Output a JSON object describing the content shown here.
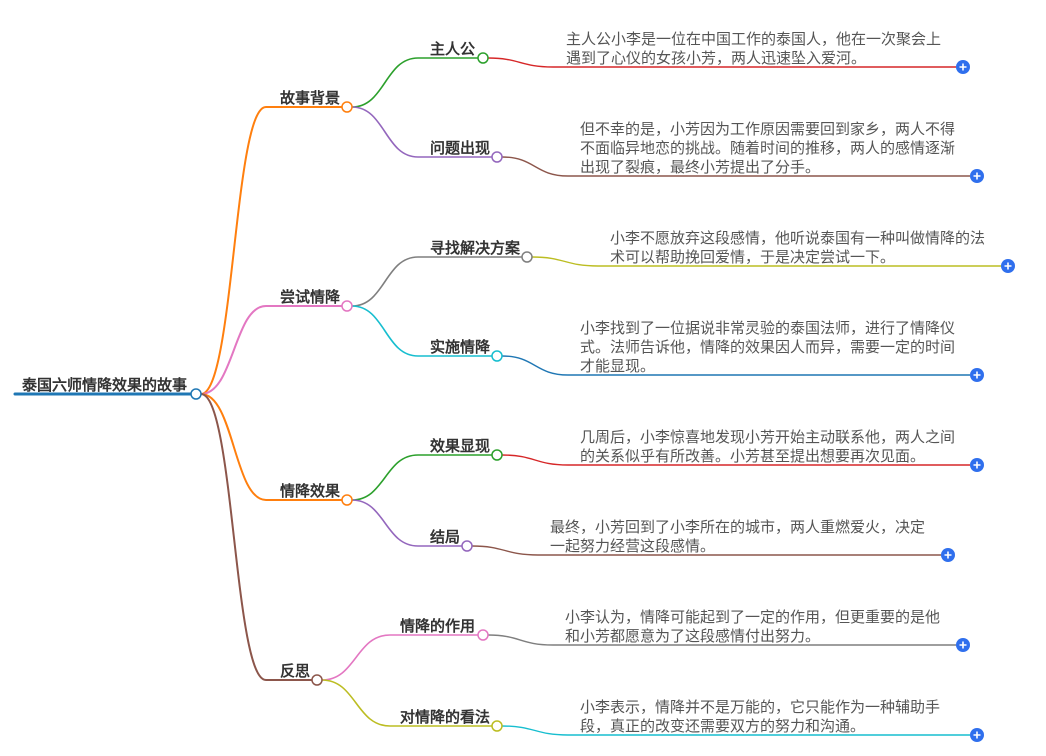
{
  "root": {
    "label": "泰国六师情降效果的故事",
    "color": "#1f77b4"
  },
  "branches": [
    {
      "label": "故事背景",
      "color": "#ff7f0e",
      "children": [
        {
          "label": "主人公",
          "color": "#2ca02c",
          "detail": {
            "color": "#d62728",
            "lines": [
              "主人公小李是一位在中国工作的泰国人，他在一次聚会上",
              "遇到了心仪的女孩小芳，两人迅速坠入爱河。"
            ]
          }
        },
        {
          "label": "问题出现",
          "color": "#9467bd",
          "detail": {
            "color": "#8c564b",
            "lines": [
              "但不幸的是，小芳因为工作原因需要回到家乡，两人不得",
              "不面临异地恋的挑战。随着时间的推移，两人的感情逐渐",
              "出现了裂痕，最终小芳提出了分手。"
            ]
          }
        }
      ]
    },
    {
      "label": "尝试情降",
      "color": "#e377c2",
      "children": [
        {
          "label": "寻找解决方案",
          "color": "#7f7f7f",
          "detail": {
            "color": "#bcbd22",
            "lines": [
              "小李不愿放弃这段感情，他听说泰国有一种叫做情降的法",
              "术可以帮助挽回爱情，于是决定尝试一下。"
            ]
          }
        },
        {
          "label": "实施情降",
          "color": "#17becf",
          "detail": {
            "color": "#1f77b4",
            "lines": [
              "小李找到了一位据说非常灵验的泰国法师，进行了情降仪",
              "式。法师告诉他，情降的效果因人而异，需要一定的时间",
              "才能显现。"
            ]
          }
        }
      ]
    },
    {
      "label": "情降效果",
      "color": "#ff7f0e",
      "children": [
        {
          "label": "效果显现",
          "color": "#2ca02c",
          "detail": {
            "color": "#d62728",
            "lines": [
              "几周后，小李惊喜地发现小芳开始主动联系他，两人之间",
              "的关系似乎有所改善。小芳甚至提出想要再次见面。"
            ]
          }
        },
        {
          "label": "结局",
          "color": "#9467bd",
          "detail": {
            "color": "#8c564b",
            "lines": [
              "最终，小芳回到了小李所在的城市，两人重燃爱火，决定",
              "一起努力经营这段感情。"
            ]
          }
        }
      ]
    },
    {
      "label": "反思",
      "color": "#8c564b",
      "children": [
        {
          "label": "情降的作用",
          "color": "#e377c2",
          "detail": {
            "color": "#7f7f7f",
            "lines": [
              "小李认为，情降可能起到了一定的作用，但更重要的是他",
              "和小芳都愿意为了这段感情付出努力。"
            ]
          }
        },
        {
          "label": "对情降的看法",
          "color": "#bcbd22",
          "detail": {
            "color": "#17becf",
            "lines": [
              "小李表示，情降并不是万能的，它只能作为一种辅助手",
              "段，真正的改变还需要双方的努力和沟通。"
            ]
          }
        }
      ]
    }
  ],
  "icons": {
    "expand_button": "plus-icon",
    "expand_button_color": "#2f6fed",
    "node_toggle": "circle-toggle-icon"
  }
}
